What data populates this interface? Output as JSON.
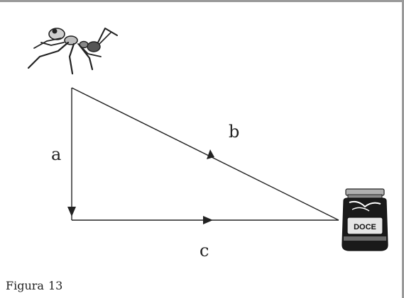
{
  "caption": {
    "prefix": "Figura",
    "number": "13"
  },
  "labels": {
    "a": "a",
    "b": "b",
    "c": "c"
  },
  "jar": {
    "label": "DOCE"
  },
  "colors": {
    "stroke": "#222222",
    "frame": "#9a9a9a",
    "jar_body": "#1a1a1a",
    "jar_lid": "#b0b0b0"
  }
}
